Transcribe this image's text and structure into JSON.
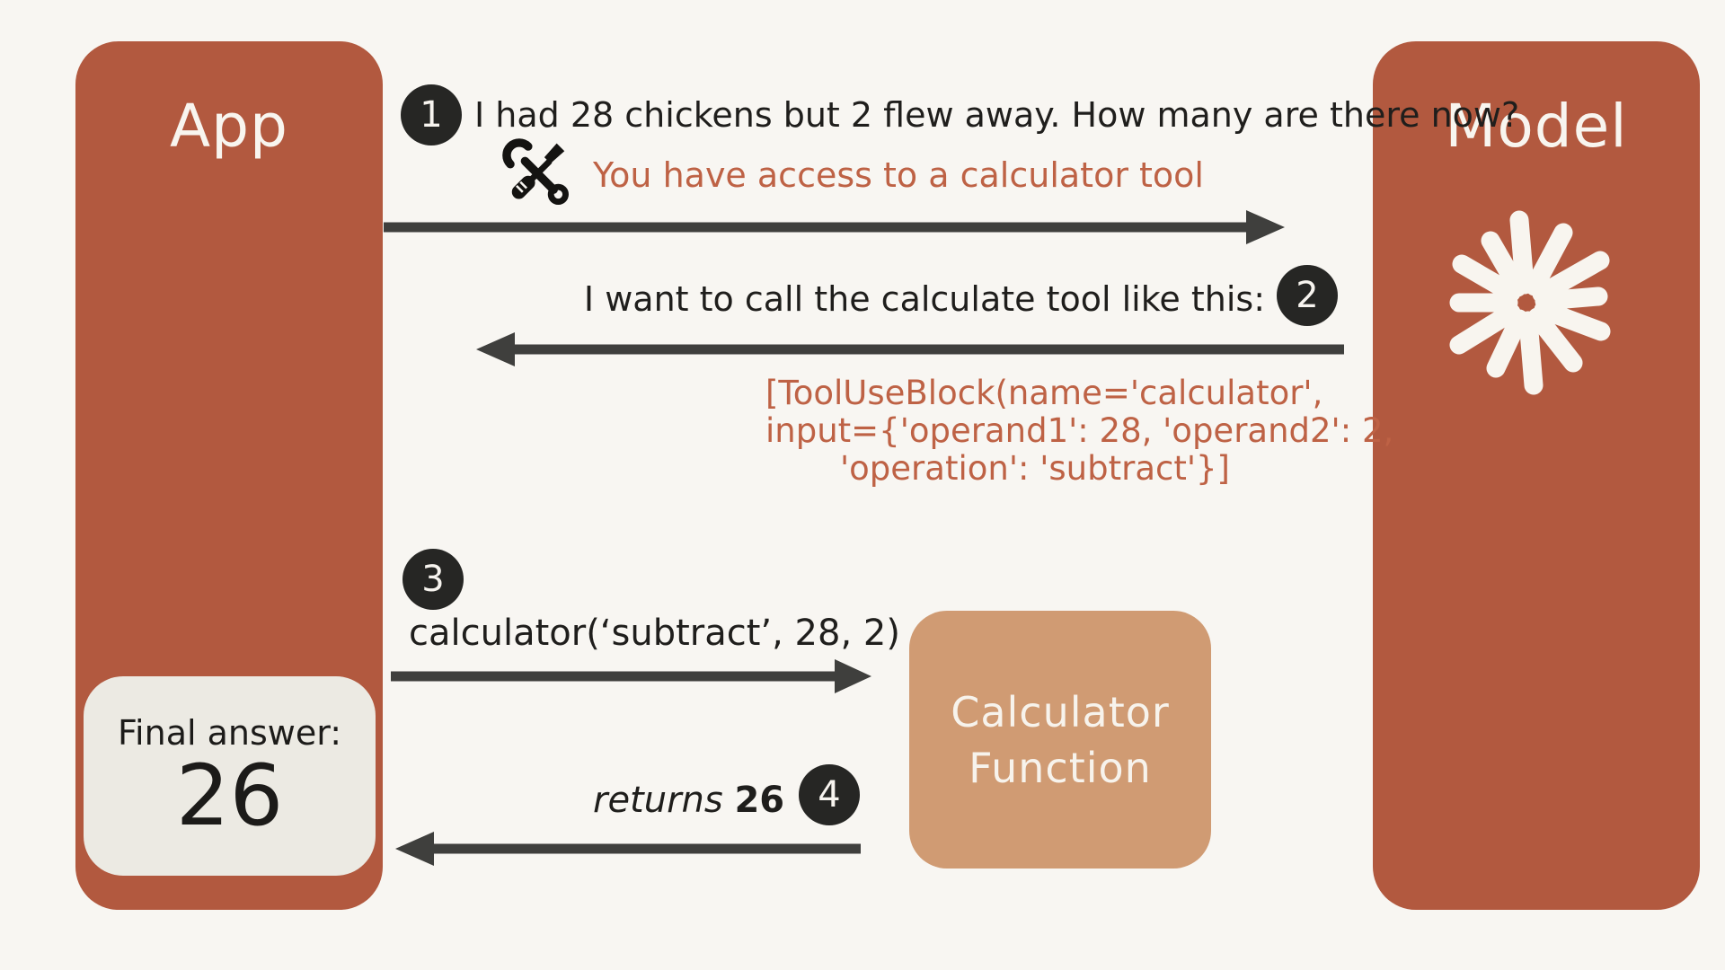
{
  "palette": {
    "background": "#f8f6f2",
    "actor_fill": "#b2593f",
    "calculator_fill": "#d09b73",
    "final_box_fill": "#eceae3",
    "badge_fill": "#262624",
    "arrow_color": "#3f3f3d",
    "clay_text": "#be6245",
    "dark_text": "#1f1e1c",
    "light_text": "#f8f5ef"
  },
  "app": {
    "label": "App"
  },
  "model": {
    "label": "Model"
  },
  "final_answer": {
    "label": "Final answer:",
    "value": "26"
  },
  "calculator_function": {
    "line1": "Calculator",
    "line2": "Function"
  },
  "icons": {
    "tools": "crossed-wrench-and-screwdriver",
    "model_mark": "claude-starburst"
  },
  "steps": [
    {
      "num": "1",
      "text": "I had 28 chickens but 2 flew away. How many are there now?",
      "system": "You have access to a calculator tool"
    },
    {
      "num": "2",
      "text": "I want to call the calculate tool like this:",
      "code": [
        "[ToolUseBlock(name='calculator',",
        "input={'operand1': 28, 'operand2': 2,",
        "'operation': 'subtract'}]"
      ]
    },
    {
      "num": "3",
      "text": "calculator(‘subtract’, 28, 2)"
    },
    {
      "num": "4",
      "text_italic": "returns",
      "text_bold": "26"
    }
  ]
}
